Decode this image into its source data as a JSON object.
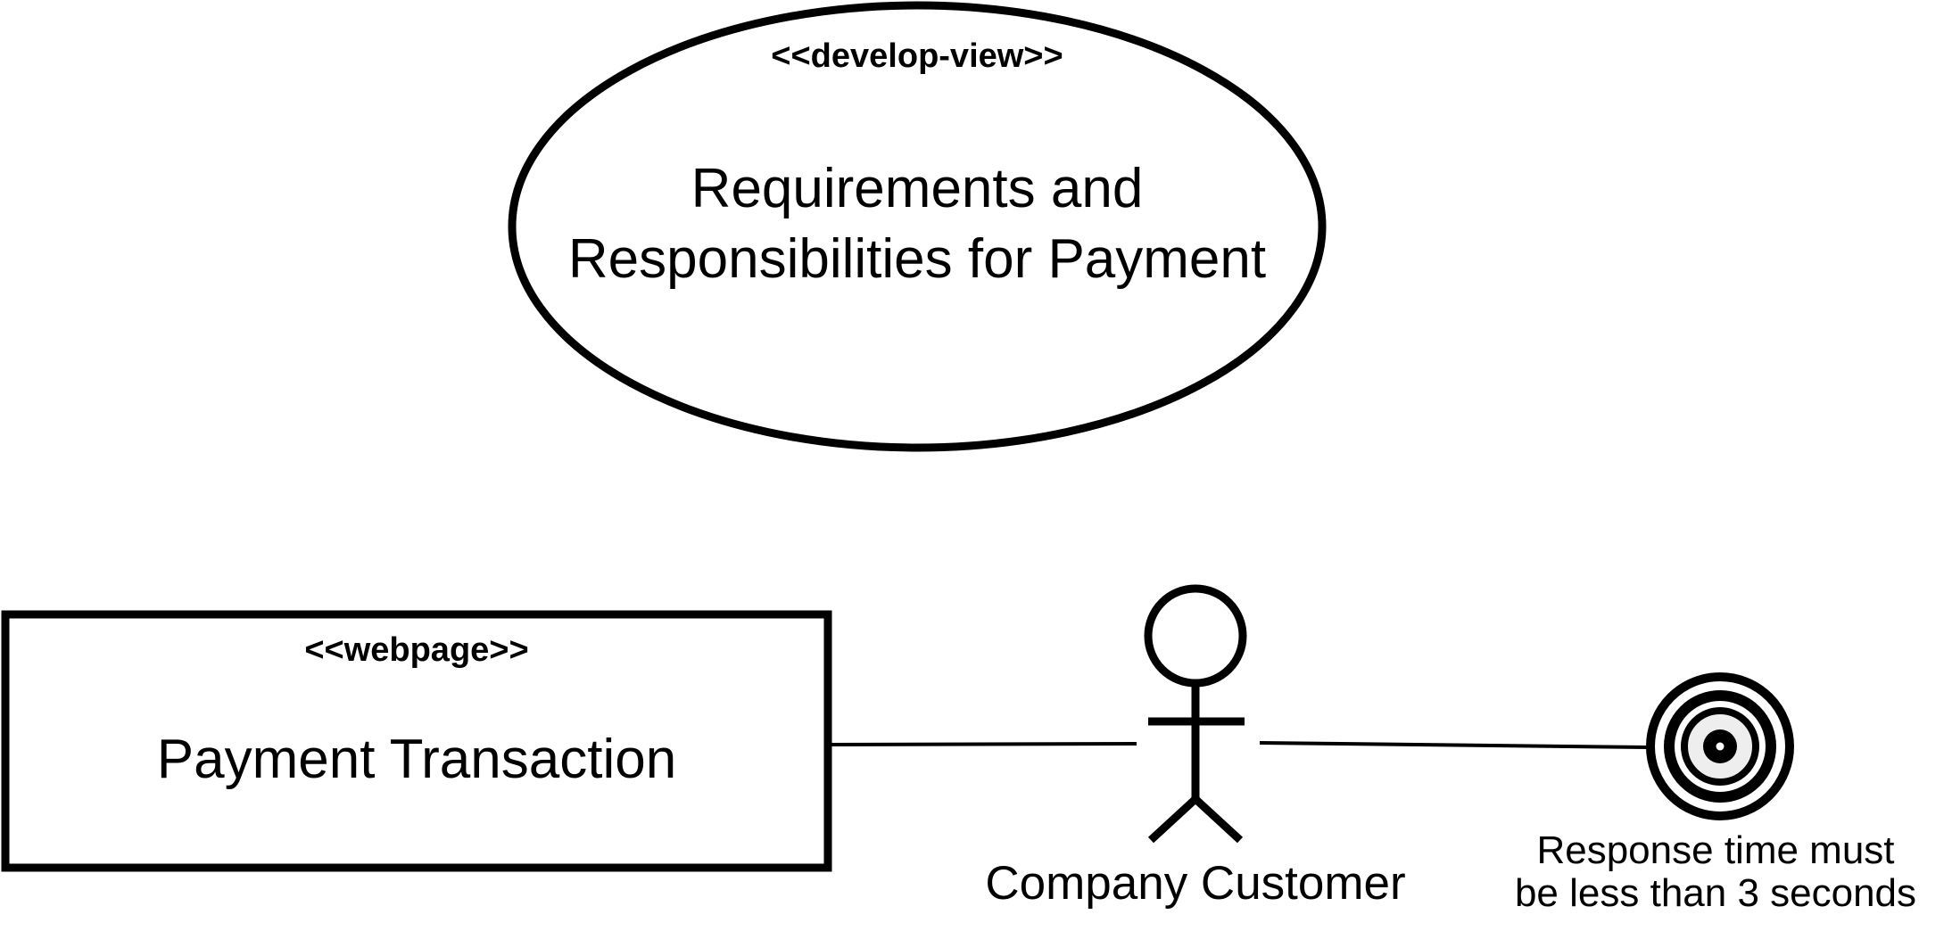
{
  "usecase": {
    "stereotype": "<<develop-view>>",
    "title_line1": "Requirements and",
    "title_line2": "Responsibilities for Payment"
  },
  "component": {
    "stereotype": "<<webpage>>",
    "title": "Payment Transaction"
  },
  "actor": {
    "name": "Company Customer"
  },
  "goal": {
    "icon": "target-icon",
    "line1": "Response time must",
    "line2": "be less than 3 seconds"
  },
  "colors": {
    "stroke": "#000000",
    "target_ring_fill": "#eeeeee",
    "background": "#ffffff"
  }
}
